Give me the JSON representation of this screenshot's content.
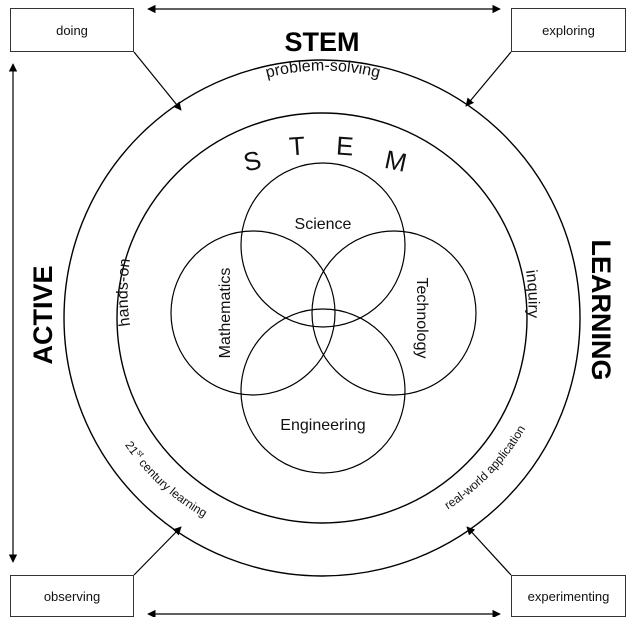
{
  "corners": {
    "top_left": "doing",
    "top_right": "exploring",
    "bottom_left": "observing",
    "bottom_right": "experimenting"
  },
  "sides": {
    "top": "STEM",
    "left": "ACTIVE",
    "right": "LEARNING"
  },
  "outer_ring": {
    "top": "problem-solving",
    "left": "hands-on",
    "right": "inquiry",
    "bottom_left_main": "21",
    "bottom_left_sup": "st",
    "bottom_left_rest": " century learning",
    "bottom_right": "real-world application"
  },
  "inner_ring": {
    "letters": [
      "S",
      "T",
      "E",
      "M"
    ]
  },
  "venn": {
    "top": "Science",
    "left": "Mathematics",
    "right": "Technology",
    "bottom": "Engineering"
  }
}
